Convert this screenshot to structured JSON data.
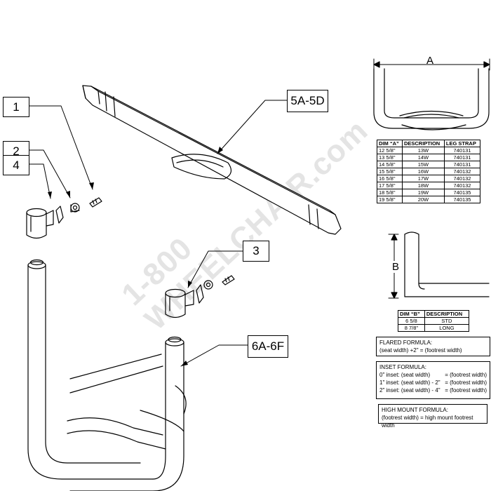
{
  "watermark": {
    "line1": "1-800",
    "line2": "WHEELCHAIR.com"
  },
  "callouts": {
    "c1": "1",
    "c2": "2",
    "c4": "4",
    "c3": "3",
    "c5": "5A-5D",
    "c6": "6A-6F"
  },
  "dims": {
    "a": "A",
    "b": "B"
  },
  "table_a": {
    "headers": [
      "DIM “A”",
      "DESCRIPTION",
      "LEG STRAP"
    ],
    "rows": [
      [
        "12 5/8\"",
        "13W",
        "740131"
      ],
      [
        "13 5/8\"",
        "14W",
        "740131"
      ],
      [
        "14 5/8\"",
        "15W",
        "740131"
      ],
      [
        "15 5/8\"",
        "16W",
        "740132"
      ],
      [
        "16 5/8\"",
        "17W",
        "740132"
      ],
      [
        "17 5/8\"",
        "18W",
        "740132"
      ],
      [
        "18 5/8\"",
        "19W",
        "740135"
      ],
      [
        "19 5/8\"",
        "20W",
        "740135"
      ]
    ]
  },
  "table_b": {
    "headers": [
      "DIM “B”",
      "DESCRIPTION"
    ],
    "rows": [
      [
        "6 5/8",
        "STD"
      ],
      [
        "8 7/8\"",
        "LONG"
      ]
    ]
  },
  "formulas": {
    "flared": {
      "title": "FLARED FORMULA:",
      "line": "(seat width) +2\"  = (footrest width)"
    },
    "inset": {
      "title": "INSET FORMULA:",
      "lines": [
        {
          "left": "0\" inset: (seat width)",
          "right": "= (footrest width)"
        },
        {
          "left": "1\" inset: (seat width) - 2\"",
          "right": "= (footrest width)"
        },
        {
          "left": "2\" inset: (seat width) - 4\"",
          "right": "= (footrest width)"
        }
      ]
    },
    "high_mount": {
      "title": "HIGH MOUNT FORMULA:",
      "line": "(footrest width)  = high mount footrest width"
    }
  }
}
